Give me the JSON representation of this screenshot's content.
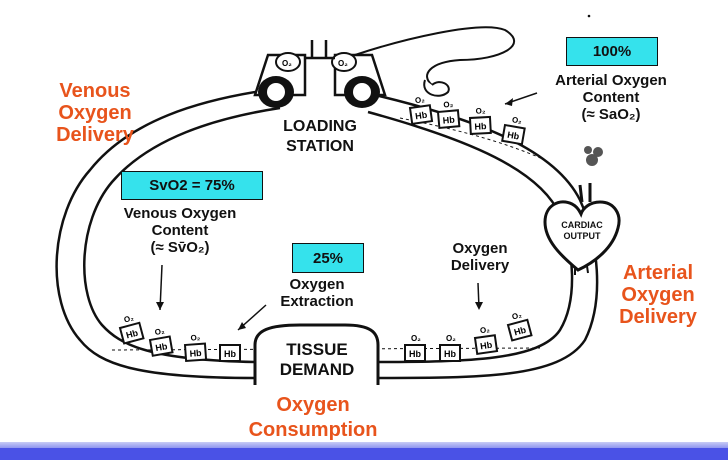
{
  "labels": {
    "venous_delivery": [
      "Venous",
      "Oxygen",
      "Delivery"
    ],
    "arterial_delivery": [
      "Arterial",
      "Oxygen",
      "Delivery"
    ],
    "oxygen_consumption": [
      "Oxygen",
      "Consumption"
    ],
    "loading_station": [
      "LOADING",
      "STATION"
    ],
    "tissue_demand": [
      "TISSUE",
      "DEMAND"
    ],
    "cardiac_output": [
      "CARDIAC",
      "OUTPUT"
    ],
    "arterial_content": [
      "Arterial Oxygen",
      "Content",
      "(≈ SaO₂)"
    ],
    "venous_content": [
      "Venous Oxygen",
      "Content",
      "(≈ Sv̄O₂)"
    ],
    "oxygen_extraction": [
      "Oxygen",
      "Extraction"
    ],
    "oxygen_delivery_inner": [
      "Oxygen",
      "Delivery"
    ]
  },
  "boxes": {
    "sao2": "100%",
    "svo2": "SvO2 = 75%",
    "extraction": "25%"
  },
  "cells": {
    "hb": "Hb",
    "o2": "O₂"
  },
  "colors": {
    "accent_orange": "#e8541c",
    "box_cyan": "#35e2ec",
    "footer_blue": "#4a52e6"
  }
}
